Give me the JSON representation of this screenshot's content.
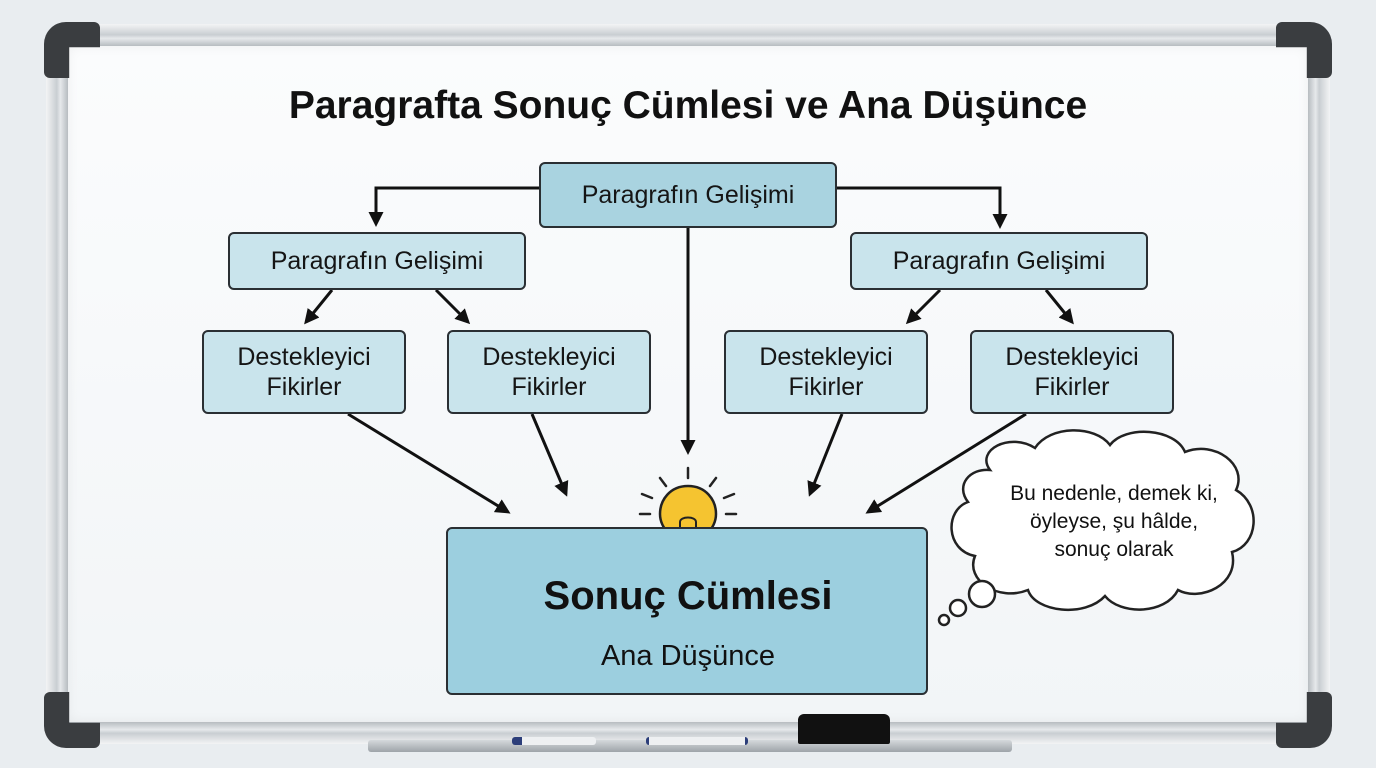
{
  "title": "Paragrafta Sonuç Cümlesi ve Ana Düşünce",
  "top_node": "Paragrafın Gelişimi",
  "left_node": "Paragrafın Gelişimi",
  "right_node": "Paragrafın Gelişimi",
  "support": [
    {
      "line1": "Destekleyici",
      "line2": "Fikirler"
    },
    {
      "line1": "Destekleyici",
      "line2": "Fikirler"
    },
    {
      "line1": "Destekleyici",
      "line2": "Fikirler"
    },
    {
      "line1": "Destekleyici",
      "line2": "Fikirler"
    }
  ],
  "conclusion": {
    "title": "Sonuç Cümlesi",
    "subtitle": "Ana Düşünce"
  },
  "thought_bubble": {
    "line1": "Bu nedenle, demek ki,",
    "line2": "öyleyse, şu hâlde,",
    "line3": "sonuç olarak"
  },
  "icons": {
    "idea": "lightbulb-icon"
  },
  "colors": {
    "top_box": "#a9d3e0",
    "node_box": "#c9e4ec",
    "main_box": "#9ccfdf",
    "bulb": "#f5c430"
  }
}
